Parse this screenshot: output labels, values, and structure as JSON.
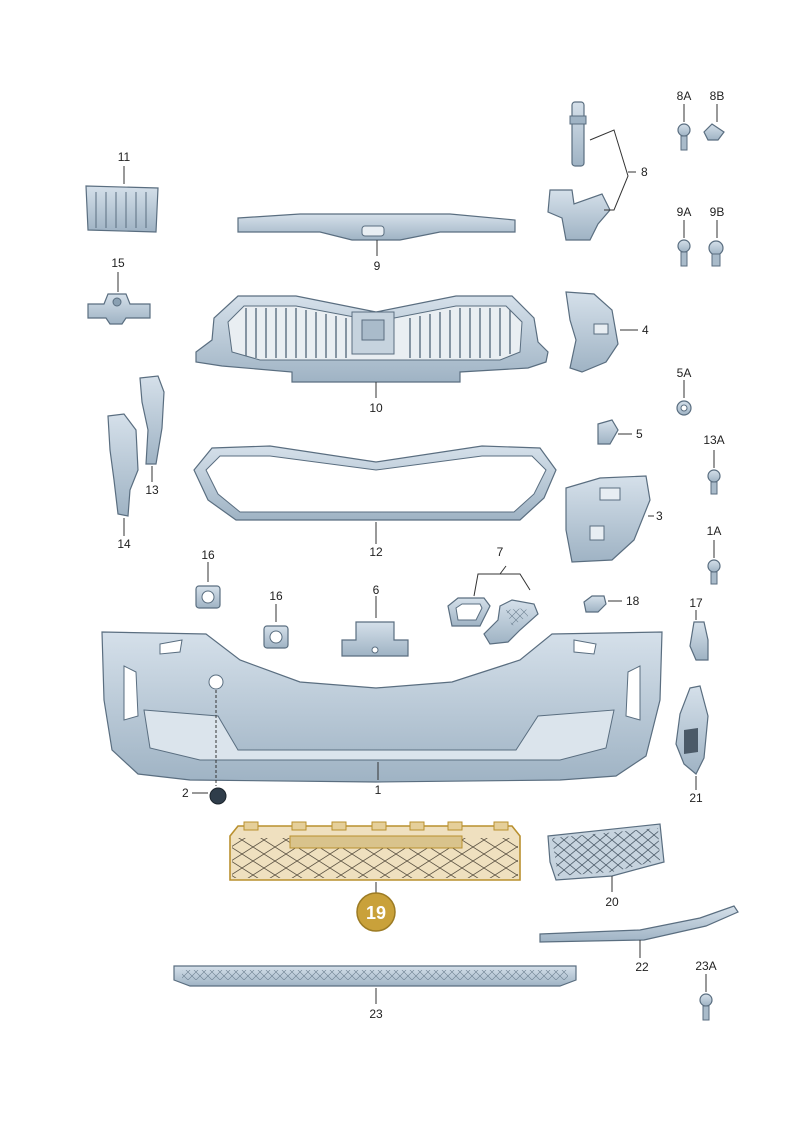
{
  "diagram": {
    "labels": {
      "p1": "1",
      "p2": "2",
      "p3": "3",
      "p4": "4",
      "p5": "5",
      "p5a": "5A",
      "p6": "6",
      "p7": "7",
      "p8": "8",
      "p8a": "8A",
      "p8b": "8B",
      "p9": "9",
      "p9a": "9A",
      "p9b": "9B",
      "p10": "10",
      "p11": "11",
      "p12": "12",
      "p13": "13",
      "p13a": "13A",
      "p14": "14",
      "p15": "15",
      "p16a": "16",
      "p16b": "16",
      "p17": "17",
      "p18": "18",
      "p1a": "1A",
      "p19": "19",
      "p20": "20",
      "p21": "21",
      "p22": "22",
      "p23": "23",
      "p23a": "23A"
    },
    "highlight_color": "#c9a13a",
    "part_color": "#b9c9d6",
    "highlight_part_color": "#efe0bf"
  }
}
